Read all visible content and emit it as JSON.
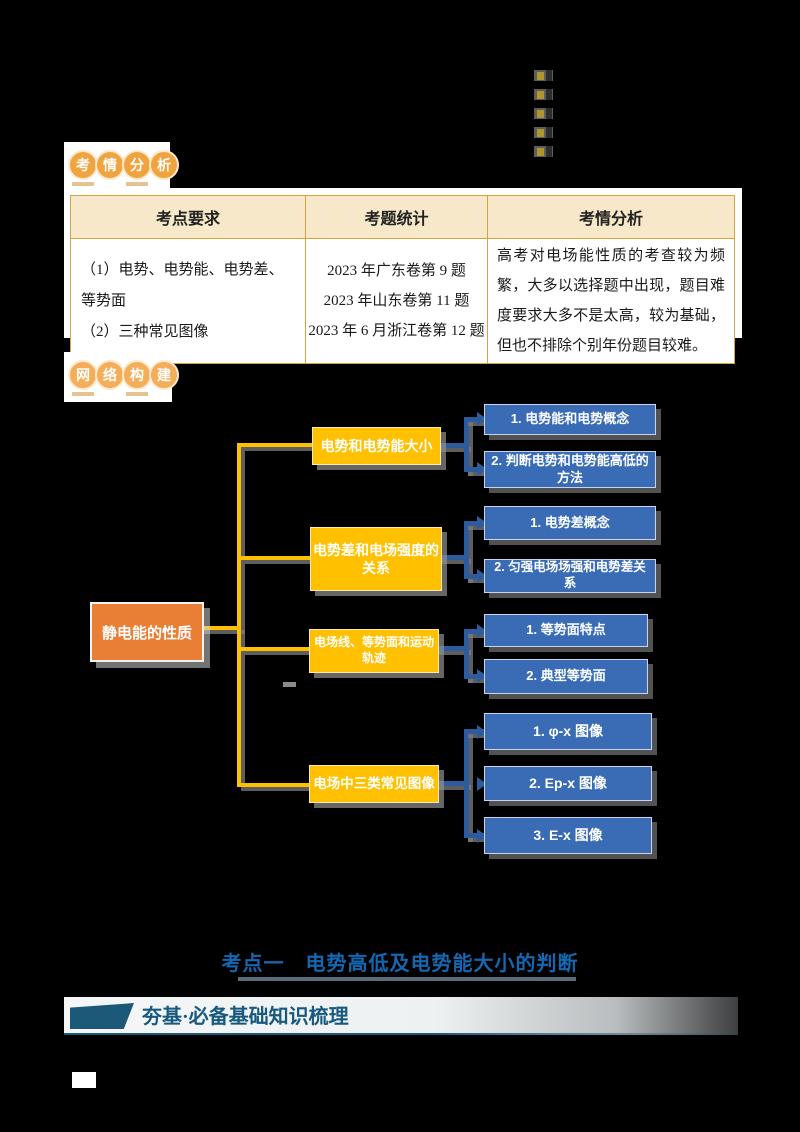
{
  "colors": {
    "page_bg": "#000000",
    "badge_orange": "#f0a440",
    "table_border": "#d5a43c",
    "table_header_bg": "#f6e8c9",
    "root_orange": "#e97e35",
    "branch_gold": "#ffc000",
    "child_blue": "#3a6cb6",
    "connector_blue": "#2e5b9e",
    "title_blue": "#1467b0",
    "section_navy": "#17597f"
  },
  "badges": {
    "exam_analysis": [
      "考",
      "情",
      "分",
      "析"
    ],
    "network_build": [
      "网",
      "络",
      "构",
      "建"
    ]
  },
  "table": {
    "headers": [
      "考点要求",
      "考题统计",
      "考情分析"
    ],
    "requirements": [
      "（1）电势、电势能、电势差、等势面",
      "（2）三种常见图像"
    ],
    "statistics": [
      "2023 年广东卷第 9 题",
      "2023 年山东卷第 11 题",
      "2023 年 6 月浙江卷第 12 题"
    ],
    "analysis": "高考对电场能性质的考查较为频繁，大多以选择题中出现，题目难度要求大多不是太高，较为基础，但也不排除个别年份题目较难。"
  },
  "mindmap": {
    "root": "静电能的性质",
    "branches": [
      {
        "label": "电势和电势能大小",
        "children": [
          "1. 电势能和电势概念",
          "2. 判断电势和电势能高低的方法"
        ]
      },
      {
        "label": "电势差和电场强度的关系",
        "children": [
          "1. 电势差概念",
          "2. 匀强电场场强和电势差关系"
        ]
      },
      {
        "label": "电场线、等势面和运动轨迹",
        "children": [
          "1. 等势面特点",
          "2. 典型等势面"
        ]
      },
      {
        "label": "电场中三类常见图像",
        "children": [
          "1. φ-x 图像",
          "2. Ep-x 图像",
          "3. E-x 图像"
        ]
      }
    ]
  },
  "sections": {
    "topic_title": "考点一　电势高低及电势能大小的判断",
    "basics_header": "夯基·必备基础知识梳理"
  }
}
